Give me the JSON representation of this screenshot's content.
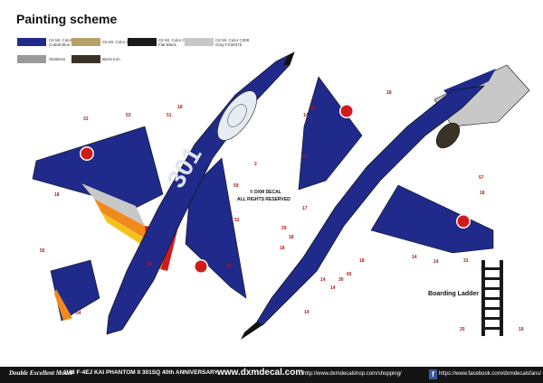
{
  "title": "Painting scheme",
  "legend": [
    {
      "label": "C6 Mr. Color C80\nCobalt Blue",
      "color": "#1f2a8a"
    },
    {
      "label": "C6 Mr. Color C8+C9",
      "color": "#b5a26a"
    },
    {
      "label": "C6 Mr. Color C53\nFlat Black",
      "color": "#1a1a1a"
    },
    {
      "label": "C6 Mr. Color C308\nGray FS36375",
      "color": "#c8c8c8"
    },
    {
      "label": "Stainless",
      "color": "#9a9a9a"
    },
    {
      "label": "Burnt Iron",
      "color": "#3a3226"
    }
  ],
  "top_view_callouts": [
    "31",
    "53",
    "51",
    "18",
    "2",
    "59",
    "18",
    "52",
    "50",
    "56",
    "31",
    "54"
  ],
  "bottom_view_callouts": [
    "31",
    "14",
    "18",
    "14",
    "57",
    "18",
    "17",
    "29",
    "18",
    "18",
    "14",
    "14",
    "31",
    "18",
    "14",
    "30",
    "60",
    "14",
    "14"
  ],
  "stencil": {
    "line1": "© DXM DECAL",
    "line2": "ALL RIGHTS RESERVED"
  },
  "ladder": {
    "label": "Boarding Ladder",
    "callout_left": "20",
    "callout_right": "19"
  },
  "footer": {
    "brand": "Double Excellent Model",
    "model": "1/48 F-4EJ KAI PHANTOM II 301SQ 40th ANNIVERSARY",
    "site": "www.dxmdecal.com",
    "shop": "http://www.dxmdecalshop.com/shopping/",
    "facebook_icon": "f",
    "facebook": "https://www.facebook.com/dxmdecalsfans/"
  },
  "colors": {
    "cobalt": "#1f2a8a",
    "hinomaru": "#d11a1a",
    "orange": "#f08a1c",
    "yellow": "#f4c21a",
    "gray": "#c8c8c8"
  }
}
